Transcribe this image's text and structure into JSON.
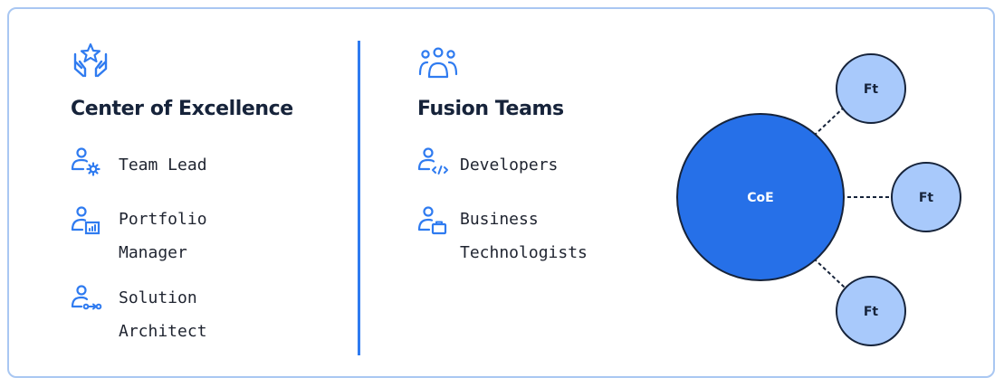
{
  "coe": {
    "title": "Center of Excellence",
    "icon": "hands-star-icon",
    "roles": [
      {
        "icon": "user-gear-icon",
        "line1": "Team Lead",
        "line2": ""
      },
      {
        "icon": "user-chart-icon",
        "line1": "Portfolio",
        "line2": "Manager"
      },
      {
        "icon": "user-flow-icon",
        "line1": "Solution",
        "line2": "Architect"
      }
    ]
  },
  "fusion": {
    "title": "Fusion Teams",
    "icon": "team-icon",
    "roles": [
      {
        "icon": "user-code-icon",
        "line1": "Developers",
        "line2": ""
      },
      {
        "icon": "user-briefcase-icon",
        "line1": "Business",
        "line2": "Technologists"
      }
    ]
  },
  "diagram": {
    "center_label": "CoE",
    "satellite_labels": [
      "Ft",
      "Ft",
      "Ft"
    ]
  },
  "colors": {
    "accent": "#2f7bf0",
    "center_fill": "#2670e8",
    "satellite_fill": "#a8c9fb",
    "stroke": "#16233a",
    "border": "#a9c7f2"
  }
}
